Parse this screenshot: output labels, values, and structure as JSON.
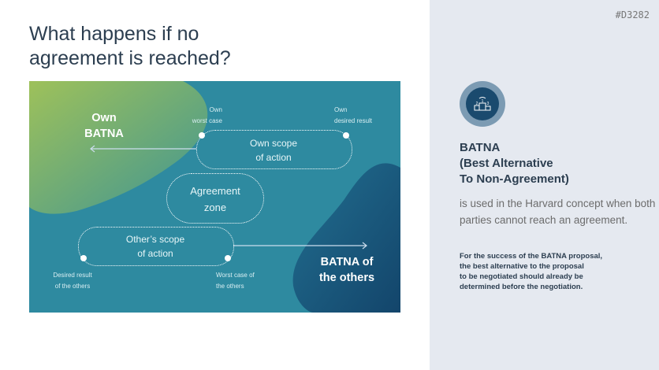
{
  "title": {
    "line1": "What happens if no",
    "line2": "agreement is reached?"
  },
  "code": "#D3282",
  "diagram": {
    "own_batna": [
      "Own",
      "BATNA"
    ],
    "own_worst": [
      "Own",
      "worst case"
    ],
    "own_desired": [
      "Own",
      "desired result"
    ],
    "own_scope": [
      "Own scope",
      "of action"
    ],
    "agreement": [
      "Agreement",
      "zone"
    ],
    "other_scope": [
      "Other’s scope",
      "of action"
    ],
    "desired_others": [
      "Desired result",
      "of the others"
    ],
    "worst_others": [
      "Worst case of",
      "the others"
    ],
    "batna_others": [
      "BATNA of",
      "the others"
    ]
  },
  "side": {
    "icon": "podium-icon",
    "heading": [
      "BATNA",
      "(Best Alternative",
      "To Non-Agreement)"
    ],
    "para": "is used in the Harvard concept when both parties cannot reach an agreement.",
    "bold": [
      "For the success of the BATNA proposal,",
      "the best alternative to the proposal",
      "to be negotiated should already be",
      "determined before the negotiation."
    ]
  },
  "colors": {
    "teal": "#2e8aa0",
    "green": "#9dc05a",
    "navy": "#1a4a6e",
    "panel": "#e5e9f0"
  }
}
